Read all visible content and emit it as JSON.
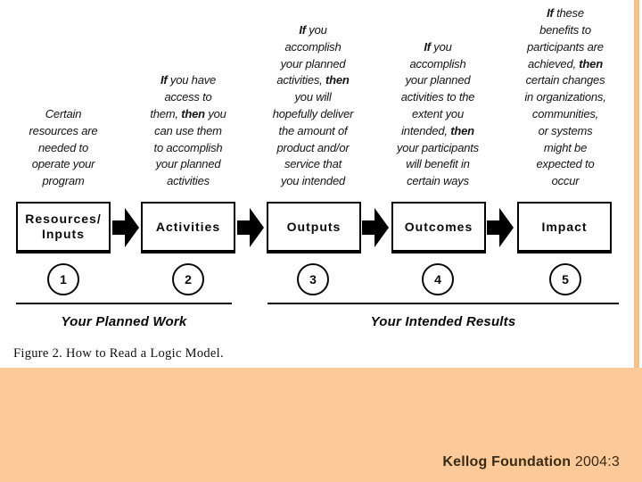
{
  "slide": {
    "band_color": "#fcca98",
    "stripe_color": "#f5c28e",
    "citation_source": "Kellog Foundation",
    "citation_ref": "2004:3"
  },
  "figure": {
    "caption": "Figure 2. How to Read a Logic Model.",
    "left_section_label": "Your Planned Work",
    "right_section_label": "Your Intended Results",
    "stages": [
      {
        "number": "1",
        "label": "Resources/\nInputs",
        "description": [
          "Certain",
          "resources are",
          "needed to",
          "operate your",
          "program"
        ]
      },
      {
        "number": "2",
        "label": "Activities",
        "description": [
          "**If** you have",
          "access to",
          "them, **then** you",
          "can use them",
          "to accomplish",
          "your planned",
          "activities"
        ]
      },
      {
        "number": "3",
        "label": "Outputs",
        "description": [
          "**If** you",
          "accomplish",
          "your planned",
          "activities, **then**",
          "you will",
          "hopefully deliver",
          "the amount of",
          "product and/or",
          "service that",
          "you intended"
        ]
      },
      {
        "number": "4",
        "label": "Outcomes",
        "description": [
          "**If** you",
          "accomplish",
          "your planned",
          "activities to the",
          "extent you",
          "intended, **then**",
          "your participants",
          "will benefit in",
          "certain ways"
        ]
      },
      {
        "number": "5",
        "label": "Impact",
        "description": [
          "**If** these",
          "benefits to",
          "participants are",
          "achieved, **then**",
          "certain changes",
          "in organizations,",
          "communities,",
          "or systems",
          "might be",
          "expected to",
          "occur"
        ]
      }
    ]
  }
}
